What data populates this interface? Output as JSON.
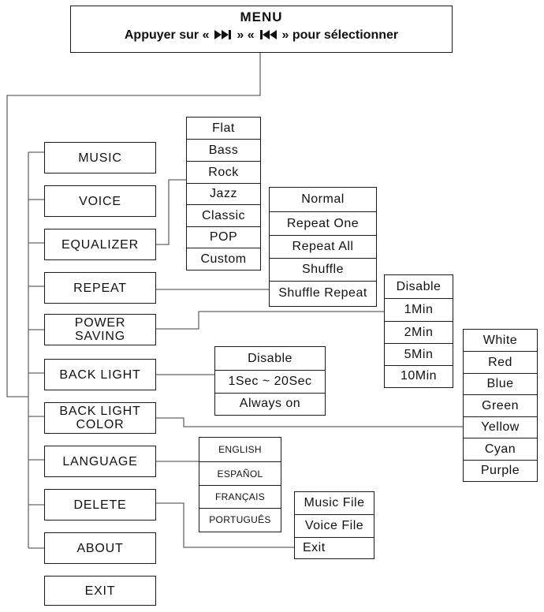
{
  "header": {
    "title": "MENU",
    "instruction_prefix": "Appuyer sur «",
    "next_icon": "skip-forward-icon",
    "instruction_middle": "» «",
    "prev_icon": "skip-back-icon",
    "instruction_suffix": "» pour sélectionner"
  },
  "menu": {
    "music": "MUSIC",
    "voice": "VOICE",
    "equalizer": "EQUALIZER",
    "repeat": "REPEAT",
    "power_saving": "POWER SAVING",
    "back_light": "BACK LIGHT",
    "back_light_color": "BACK LIGHT COLOR",
    "language": "LANGUAGE",
    "delete": "DELETE",
    "about": "ABOUT",
    "exit": "EXIT"
  },
  "equalizer_options": [
    "Flat",
    "Bass",
    "Rock",
    "Jazz",
    "Classic",
    "POP",
    "Custom"
  ],
  "repeat_options": [
    "Normal",
    "Repeat One",
    "Repeat All",
    "Shuffle",
    "Shuffle Repeat"
  ],
  "power_saving_options": [
    "Disable",
    "1Min",
    "2Min",
    "5Min",
    "10Min"
  ],
  "back_light_options": [
    "Disable",
    "1Sec ~ 20Sec",
    "Always on"
  ],
  "color_options": [
    "White",
    "Red",
    "Blue",
    "Green",
    "Yellow",
    "Cyan",
    "Purple"
  ],
  "language_options": [
    "ENGLISH",
    "ESPAÑOL",
    "FRANÇAIS",
    "PORTUGUÊS"
  ],
  "delete_options": [
    "Music File",
    "Voice File",
    "Exit"
  ]
}
